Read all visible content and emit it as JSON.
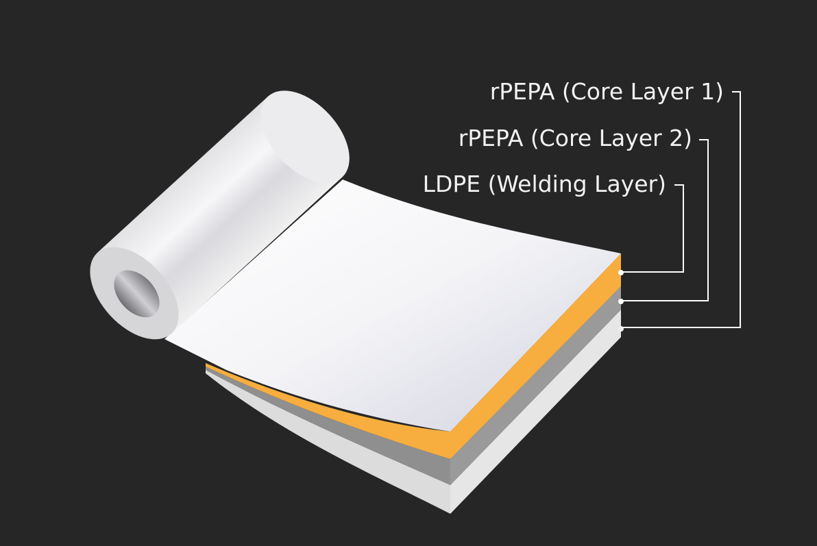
{
  "labels": {
    "core_layer_1": "rPEPA (Core Layer 1)",
    "core_layer_2": "rPEPA (Core Layer 2)",
    "welding_layer": "LDPE (Welding Layer)"
  },
  "colors": {
    "background": "#262626",
    "core_layer_1": "#f5f5f5",
    "core_layer_2": "#999999",
    "welding_layer": "#f7ae3f",
    "leader_line": "#ffffff"
  }
}
